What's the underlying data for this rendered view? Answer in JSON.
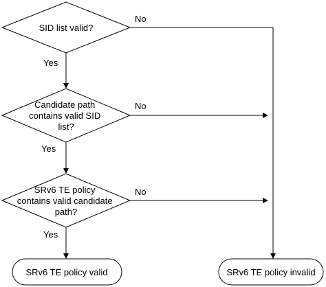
{
  "decisions": [
    {
      "lines": [
        "SID list valid?"
      ]
    },
    {
      "lines": [
        "Candidate path",
        "contains valid SID",
        "list?"
      ]
    },
    {
      "lines": [
        "SRv6 TE policy",
        "contains valid candidate",
        "path?"
      ]
    }
  ],
  "labels": {
    "yes": "Yes",
    "no": "No"
  },
  "terminals": {
    "valid": "SRv6 TE policy valid",
    "invalid": "SRv6 TE policy invalid"
  }
}
